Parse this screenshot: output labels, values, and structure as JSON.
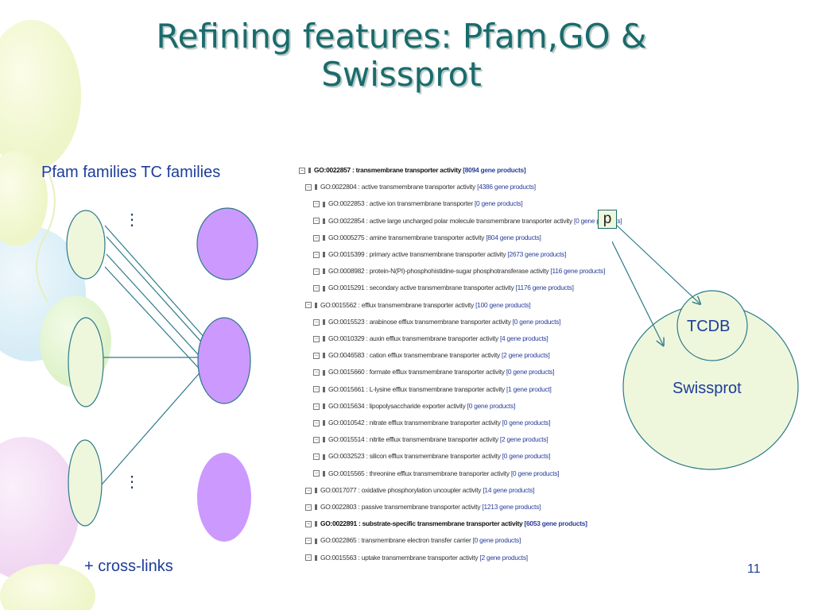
{
  "slide": {
    "title_line1": "Refining features: Pfam,GO &",
    "title_line2": "Swissprot",
    "pfam_tc_label": "Pfam families TC families",
    "cross_links": "+ cross-links",
    "page_number": "11",
    "ellipsis_top": "⋮",
    "ellipsis_bottom": "⋮"
  },
  "venn": {
    "p_label": "p",
    "tcdb_label": "TCDB",
    "swissprot_label": "Swissprot"
  },
  "colors": {
    "title": "#1a6b6b",
    "text": "#1c3d9a",
    "pfam_fill": "#eef7dc",
    "tc_fill": "#cc99ff",
    "line": "#2c7a8a"
  },
  "go_tree": [
    {
      "indent": 0,
      "bold": true,
      "text": "GO:0022857 : transmembrane transporter activity",
      "count": "[8094 gene products]"
    },
    {
      "indent": 1,
      "bold": false,
      "text": "GO:0022804 : active transmembrane transporter activity",
      "count": "[4386 gene products]"
    },
    {
      "indent": 2,
      "bold": false,
      "text": "GO:0022853 : active ion transmembrane transporter",
      "count": "[0 gene products]"
    },
    {
      "indent": 2,
      "bold": false,
      "text": "GO:0022854 : active large uncharged polar molecule transmembrane transporter activity",
      "count": "[0 gene products]"
    },
    {
      "indent": 2,
      "bold": false,
      "text": "GO:0005275 : amine transmembrane transporter activity",
      "count": "[804 gene products]"
    },
    {
      "indent": 2,
      "bold": false,
      "text": "GO:0015399 : primary active transmembrane transporter activity",
      "count": "[2673 gene products]"
    },
    {
      "indent": 2,
      "bold": false,
      "text": "GO:0008982 : protein-N(PI)-phosphohistidine-sugar phosphotransferase activity",
      "count": "[116 gene products]"
    },
    {
      "indent": 2,
      "bold": false,
      "text": "GO:0015291 : secondary active transmembrane transporter activity",
      "count": "[1176 gene products]"
    },
    {
      "indent": 1,
      "bold": false,
      "text": "GO:0015562 : efflux transmembrane transporter activity",
      "count": "[100 gene products]"
    },
    {
      "indent": 2,
      "bold": false,
      "text": "GO:0015523 : arabinose efflux transmembrane transporter activity",
      "count": "[0 gene products]"
    },
    {
      "indent": 2,
      "bold": false,
      "text": "GO:0010329 : auxin efflux transmembrane transporter activity",
      "count": "[4 gene products]"
    },
    {
      "indent": 2,
      "bold": false,
      "text": "GO:0046583 : cation efflux transmembrane transporter activity",
      "count": "[2 gene products]"
    },
    {
      "indent": 2,
      "bold": false,
      "text": "GO:0015660 : formate efflux transmembrane transporter activity",
      "count": "[0 gene products]"
    },
    {
      "indent": 2,
      "bold": false,
      "text": "GO:0015661 : L-lysine efflux transmembrane transporter activity",
      "count": "[1 gene product]"
    },
    {
      "indent": 2,
      "bold": false,
      "text": "GO:0015634 : lipopolysaccharide exporter activity",
      "count": "[0 gene products]"
    },
    {
      "indent": 2,
      "bold": false,
      "text": "GO:0010542 : nitrate efflux transmembrane transporter activity",
      "count": "[0 gene products]"
    },
    {
      "indent": 2,
      "bold": false,
      "text": "GO:0015514 : nitrite efflux transmembrane transporter activity",
      "count": "[2 gene products]"
    },
    {
      "indent": 2,
      "bold": false,
      "text": "GO:0032523 : silicon efflux transmembrane transporter activity",
      "count": "[0 gene products]"
    },
    {
      "indent": 2,
      "bold": false,
      "text": "GO:0015565 : threonine efflux transmembrane transporter activity",
      "count": "[0 gene products]"
    },
    {
      "indent": 1,
      "bold": false,
      "text": "GO:0017077 : oxidative phosphorylation uncoupler activity",
      "count": "[14 gene products]"
    },
    {
      "indent": 1,
      "bold": false,
      "text": "GO:0022803 : passive transmembrane transporter activity",
      "count": "[1213 gene products]"
    },
    {
      "indent": 1,
      "bold": true,
      "text": "GO:0022891 : substrate-specific transmembrane transporter activity",
      "count": "[6053 gene products]"
    },
    {
      "indent": 1,
      "bold": false,
      "text": "GO:0022865 : transmembrane electron transfer carrier",
      "count": "[0 gene products]"
    },
    {
      "indent": 1,
      "bold": false,
      "text": "GO:0015563 : uptake transmembrane transporter activity",
      "count": "[2 gene products]"
    }
  ]
}
